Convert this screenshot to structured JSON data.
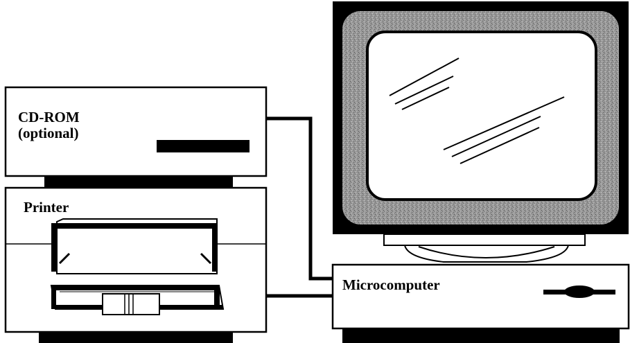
{
  "labels": {
    "cdrom_line1": "CD-ROM",
    "cdrom_line2": "(optional)",
    "printer": "Printer",
    "microcomputer": "Microcomputer"
  },
  "colors": {
    "ink": "#000000",
    "screen_bezel_speckle": "#8c8c8c",
    "paper": "#ffffff"
  },
  "icons": {
    "cdrom": "cdrom-drive-icon",
    "printer": "printer-icon",
    "monitor": "crt-monitor-icon",
    "computer": "desktop-computer-icon"
  }
}
